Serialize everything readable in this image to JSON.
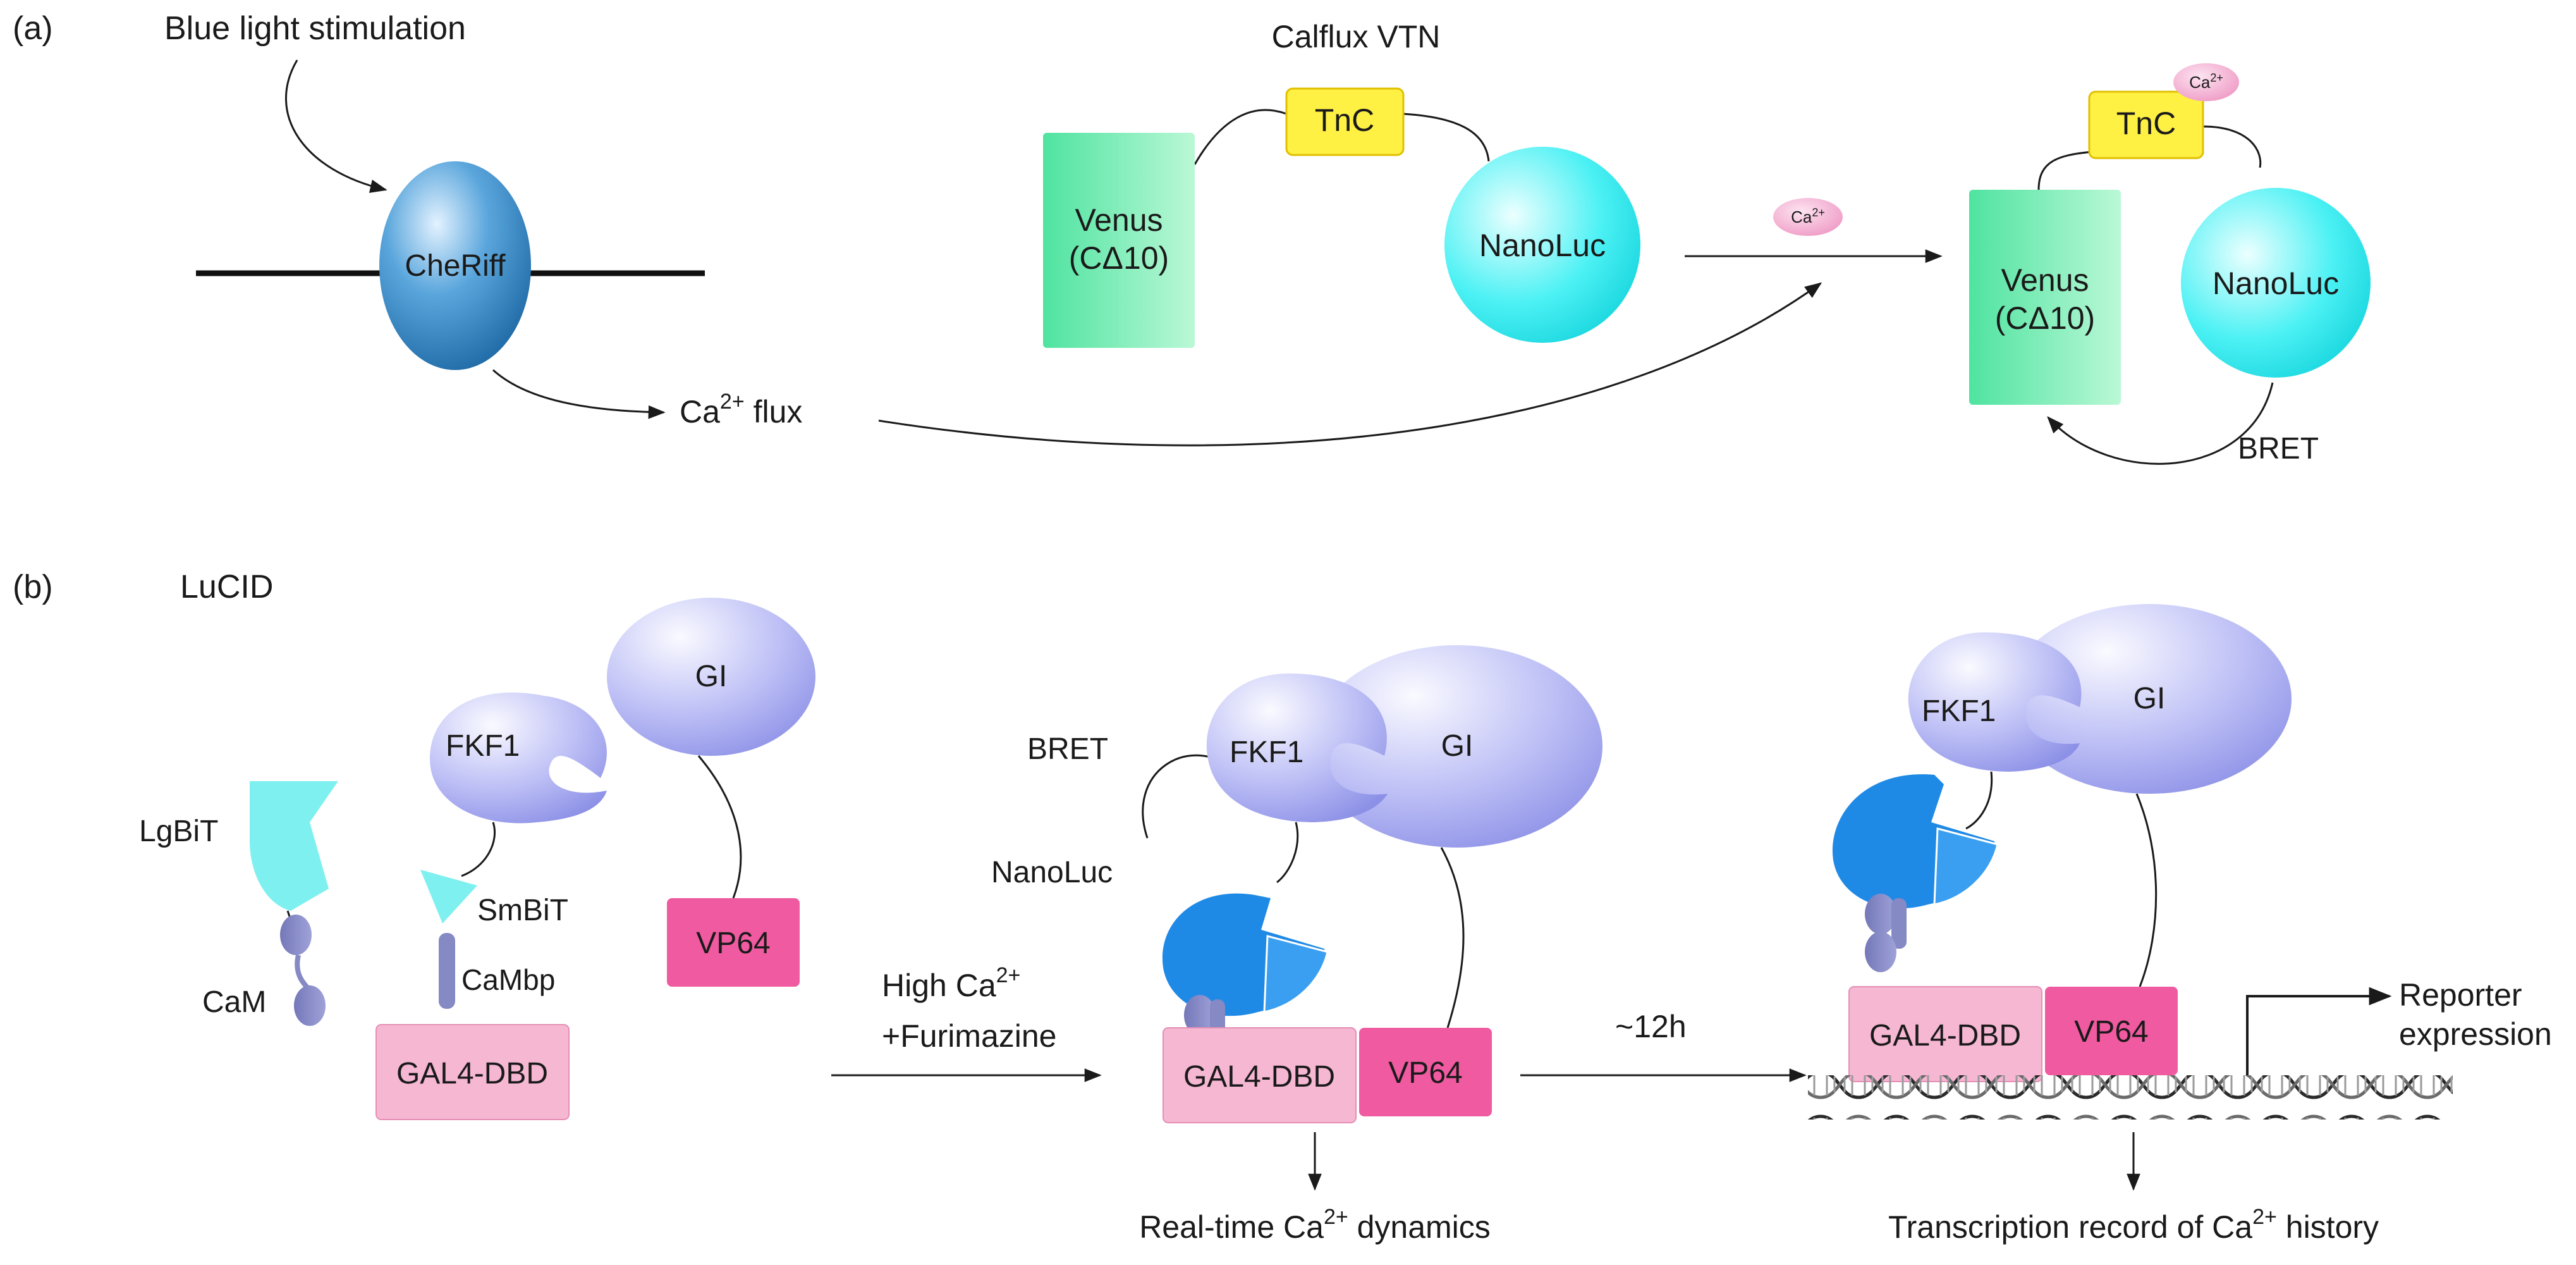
{
  "panel_a": {
    "label": "(a)",
    "stimulus": "Blue light stimulation",
    "channel": "CheRiff",
    "flux": {
      "prefix": "Ca",
      "sup": "2+",
      "suffix": " flux"
    },
    "sensor_title": "Calflux VTN",
    "venus": {
      "line1": "Venus",
      "line2": "(CΔ10)"
    },
    "tnc": "TnC",
    "nanoluc": "NanoLuc",
    "ca_badge": {
      "base": "Ca",
      "sup": "2+"
    },
    "bret": "BRET"
  },
  "panel_b": {
    "label": "(b)",
    "title": "LuCID",
    "lgbit": "LgBiT",
    "cam": "CaM",
    "smbit": "SmBiT",
    "cambp": "CaMbp",
    "fkf1": "FKF1",
    "gi": "GI",
    "vp64": "VP64",
    "gal4": "GAL4-DBD",
    "bret": "BRET",
    "nanoluc": "NanoLuc",
    "condition": {
      "line1_prefix": "High Ca",
      "line1_sup": "2+",
      "line2": "+Furimazine"
    },
    "time": "~12h",
    "reporter": {
      "line1": "Reporter",
      "line2": "expression"
    },
    "readout_1": {
      "prefix": "Real-time Ca",
      "sup": "2+",
      "suffix": " dynamics"
    },
    "readout_2": {
      "prefix": "Transcription record of Ca",
      "sup": "2+",
      "suffix": " history"
    }
  },
  "colors": {
    "venus": "#4fe3a0",
    "tnc": "#fff044",
    "nanoluc": "#22e6ec",
    "cheriff": "#2f86c4",
    "ca_ion": "#f5a9d0",
    "lavender": "#a9acf0",
    "gal4": "#f6b7d3",
    "vp64": "#ef5aa0",
    "nanoluc_blue": "#1f8ae6",
    "lgbit": "#7ff0f0",
    "cam": "#8589c4"
  }
}
